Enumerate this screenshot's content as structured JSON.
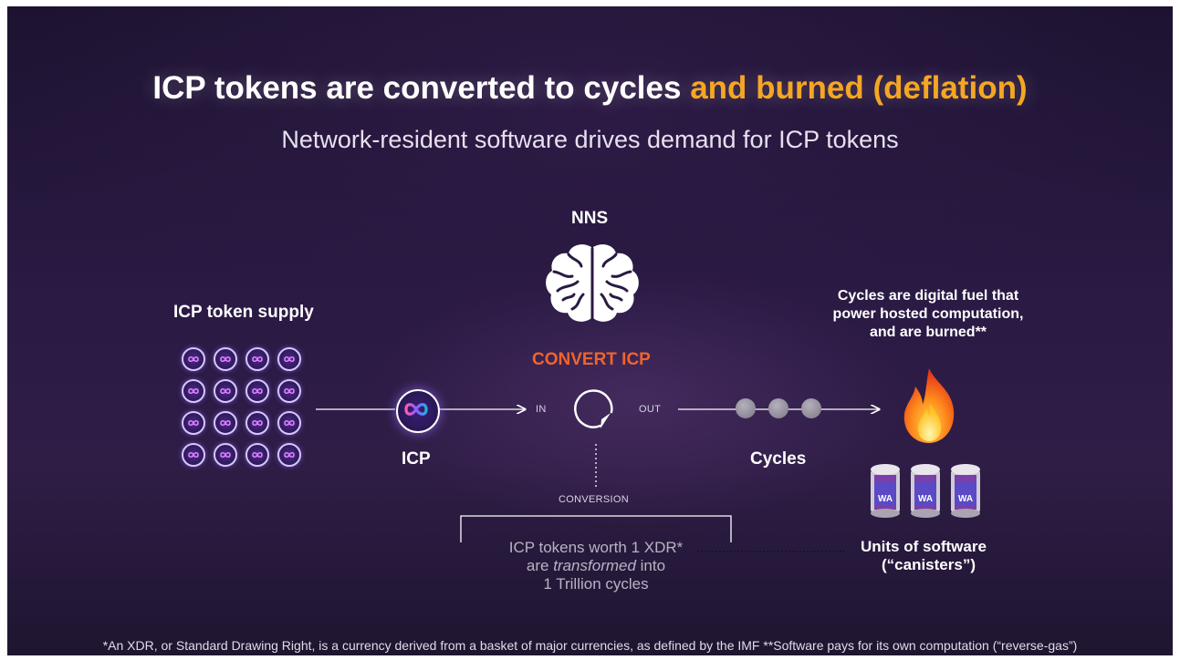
{
  "header": {
    "title_main": "ICP tokens are converted to cycles",
    "title_highlight": "and burned (deflation)",
    "subtitle": "Network-resident software drives demand for ICP tokens"
  },
  "diagram": {
    "supply_label": "ICP token supply",
    "icp_label": "ICP",
    "nns_label": "NNS",
    "convert_label": "CONVERT ICP",
    "in_label": "IN",
    "out_label": "OUT",
    "cycles_label": "Cycles",
    "conversion_label": "CONVERSION",
    "conversion_note": {
      "line1": "ICP tokens worth 1 XDR*",
      "line2_pre": "are",
      "line2_em": "transformed",
      "line2_post": "into",
      "line3": "1 Trillion cycles"
    },
    "fuel_note": [
      "Cycles are digital fuel that",
      "power hosted computation,",
      "and are burned**"
    ],
    "canister_badge": "WA",
    "software_label_1": "Units of software",
    "software_label_2": "(“canisters”)",
    "token_grid": {
      "rows": 4,
      "cols": 4
    },
    "cycle_dots": 3,
    "canisters": 3
  },
  "footnote": "*An XDR, or Standard Drawing Right, is a currency derived from a basket of major currencies, as defined by the IMF  **Software pays for its own computation (“reverse-gas”)",
  "colors": {
    "accent_orange": "#f5a623",
    "convert_orange": "#f0642b",
    "background": "#241636"
  },
  "icons": [
    "icp-infinity-icon",
    "brain-icon",
    "convert-cycle-icon",
    "fire-icon",
    "canister-icon"
  ]
}
